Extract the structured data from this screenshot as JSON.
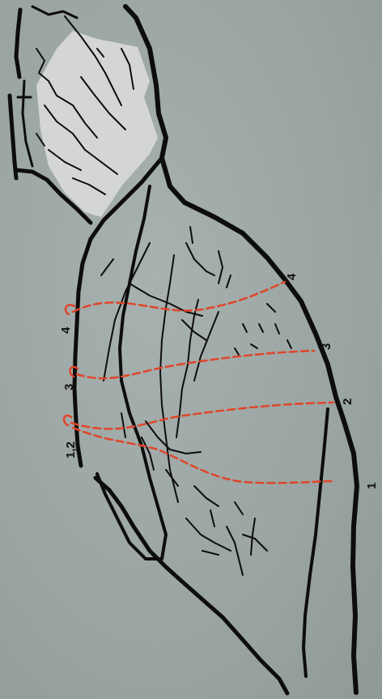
{
  "diagram": {
    "labels": {
      "right_1": "1",
      "right_2": "2",
      "right_3": "3",
      "right_4": "4",
      "left_4": "4",
      "left_3": "3",
      "left_12": "1,2"
    },
    "colors": {
      "background": "#9fa9a7",
      "highlight_region": "#d4d6d5",
      "outline": "#0d0d0d",
      "dashed_lines": "#e0452a"
    }
  }
}
